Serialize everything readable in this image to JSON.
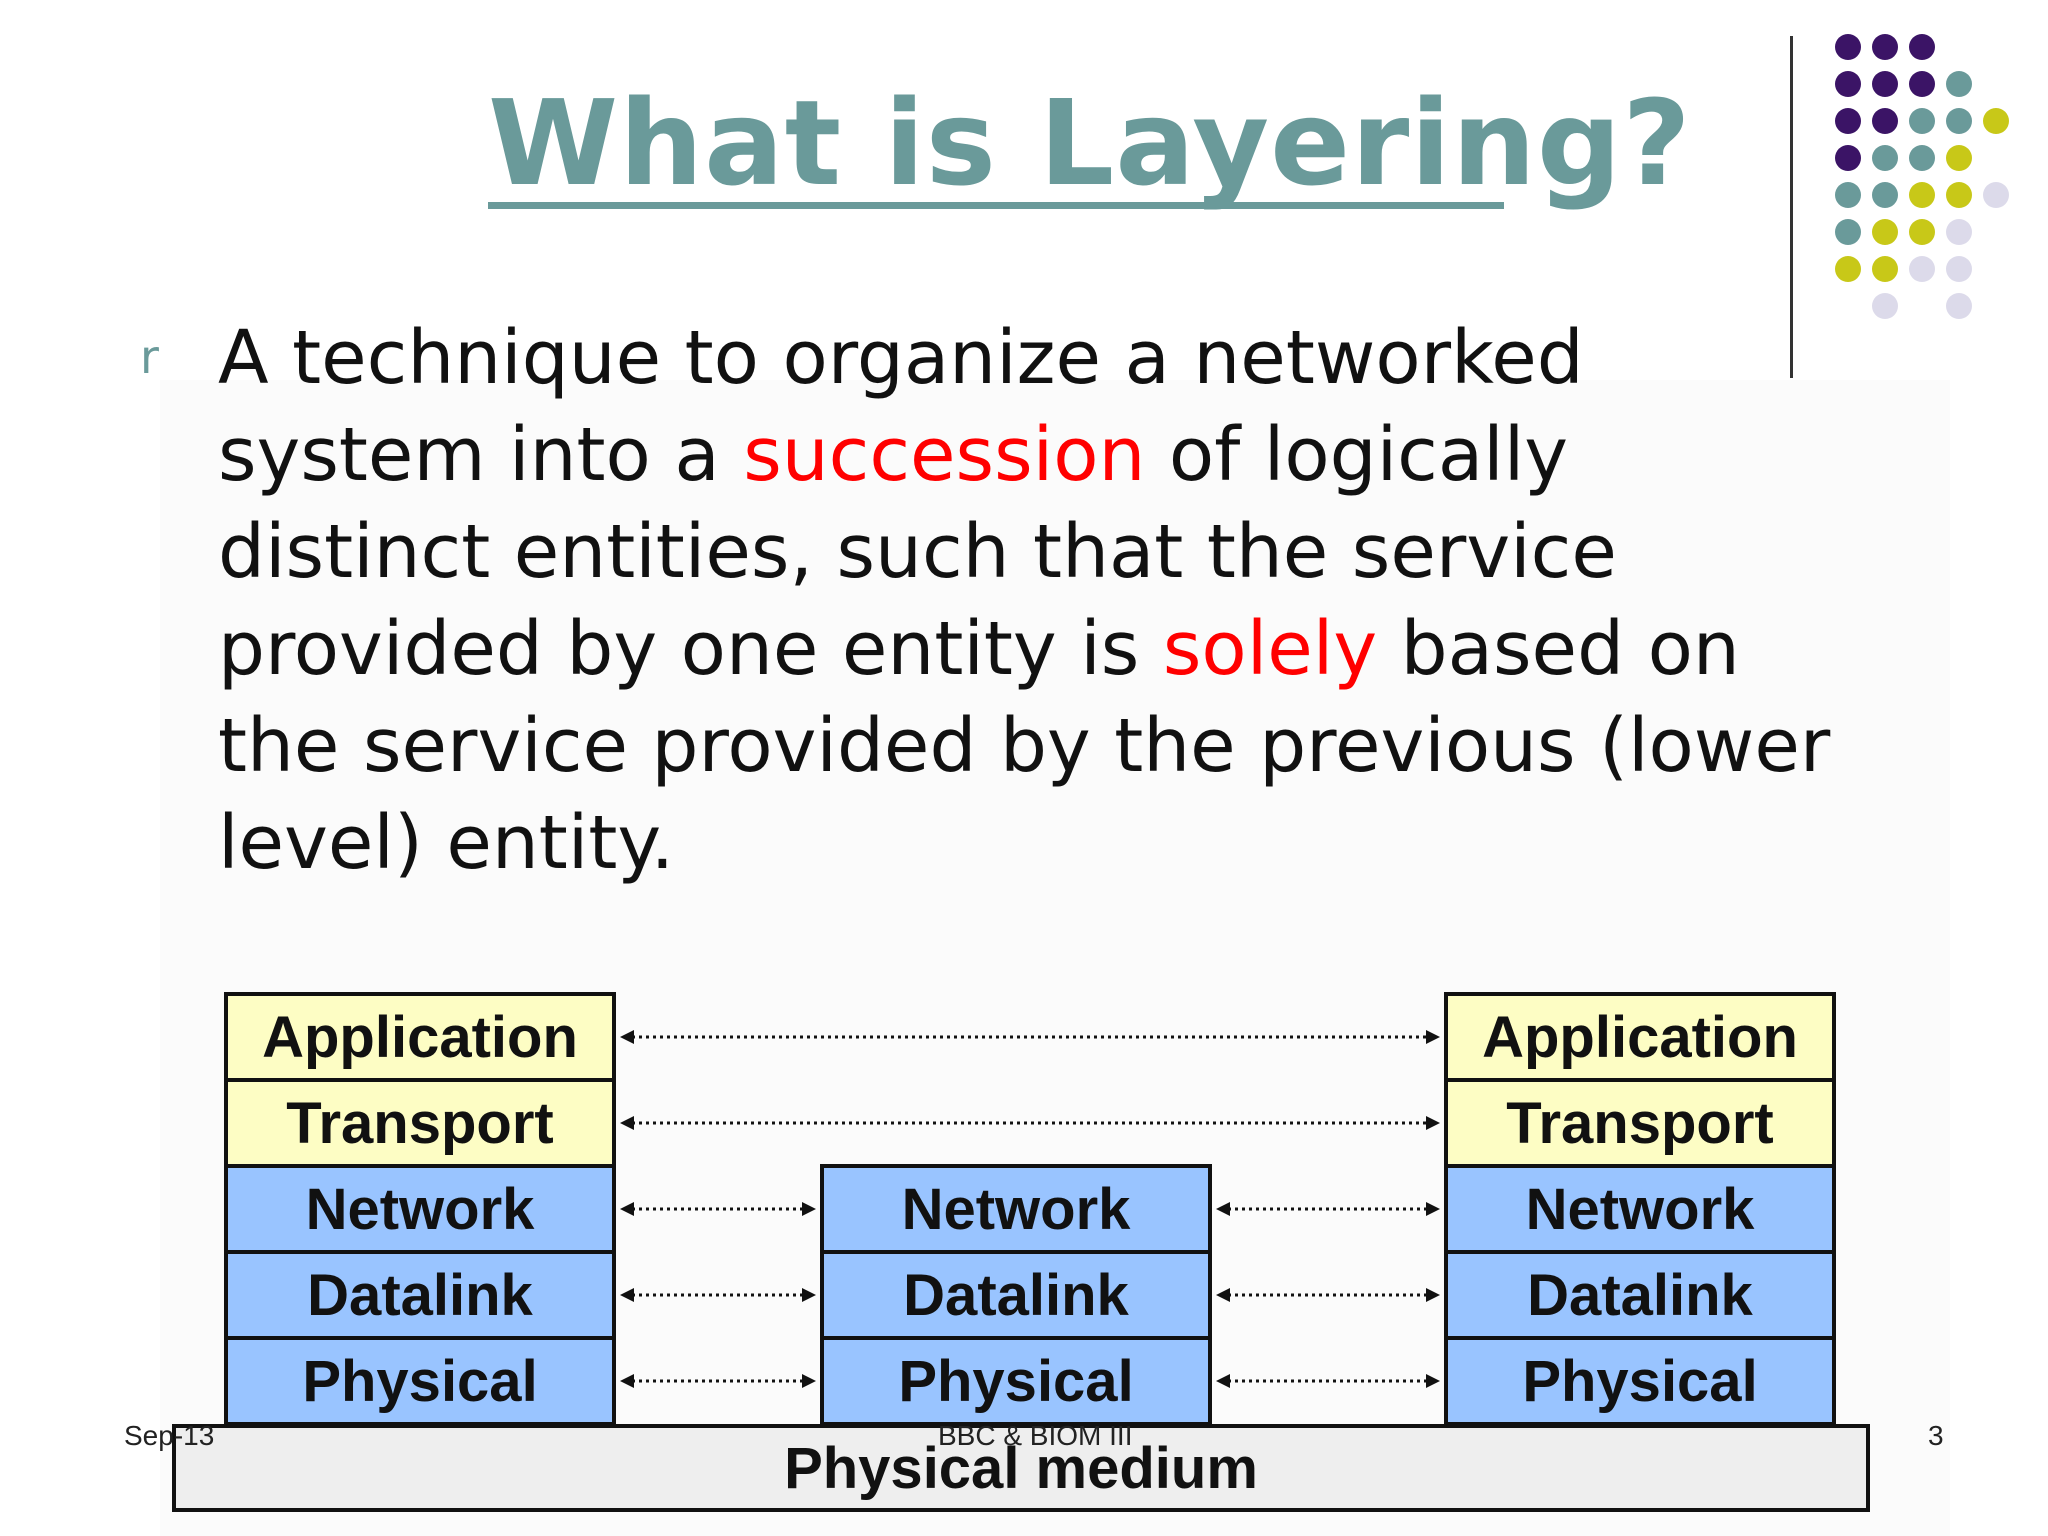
{
  "slide": {
    "title": "What is Layering?",
    "bullet_marker": "r",
    "paragraph": [
      [
        {
          "t": "A technique to organize a networked"
        }
      ],
      [
        {
          "t": "system  into a "
        },
        {
          "t": "succession",
          "hl": true
        },
        {
          "t": " of logically"
        }
      ],
      [
        {
          "t": "distinct entities, such that the service"
        }
      ],
      [
        {
          "t": "provided by one entity is "
        },
        {
          "t": "solely",
          "hl": true
        },
        {
          "t": " based on"
        }
      ],
      [
        {
          "t": "the service provided by the previous (lower"
        }
      ],
      [
        {
          "t": "level) entity."
        }
      ]
    ],
    "highlight_color": "#ff0000",
    "title_color": "#6a9a9a"
  },
  "diagram": {
    "left_stack": [
      "Application",
      "Transport",
      "Network",
      "Datalink",
      "Physical"
    ],
    "middle_stack": [
      "Network",
      "Datalink",
      "Physical"
    ],
    "right_stack": [
      "Application",
      "Transport",
      "Network",
      "Datalink",
      "Physical"
    ],
    "medium_label": "Physical medium",
    "upper_layer_color": "#fdfdc4",
    "lower_layer_color": "#99c4ff"
  },
  "footer": {
    "date": "Sep-13",
    "course": "BBC & BIOM III",
    "page": "3"
  },
  "decoration": {
    "dot_colors": [
      "#3b1466",
      "#6a9a9a",
      "#c8c818",
      "#dcdaea"
    ]
  }
}
